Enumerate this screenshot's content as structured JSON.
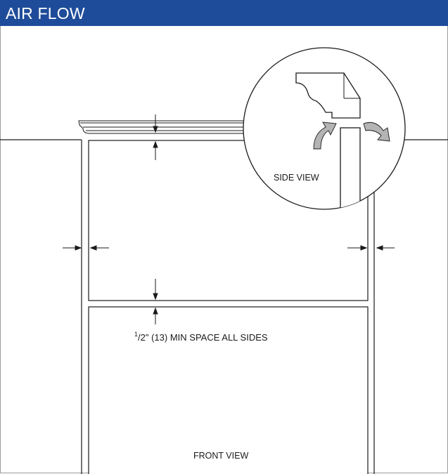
{
  "header": {
    "title": "AIR FLOW",
    "background_color": "#1f4c9a",
    "text_color": "#ffffff"
  },
  "diagram": {
    "side_view_label": "SIDE VIEW",
    "front_view_label": "FRONT VIEW",
    "clearance_note": {
      "numerator": "1",
      "denominator": "2",
      "rest": "\" (13) MIN SPACE ALL SIDES"
    },
    "line_color": "#1a1a1a",
    "airflow_arrow_color": "#b4b4b4"
  }
}
